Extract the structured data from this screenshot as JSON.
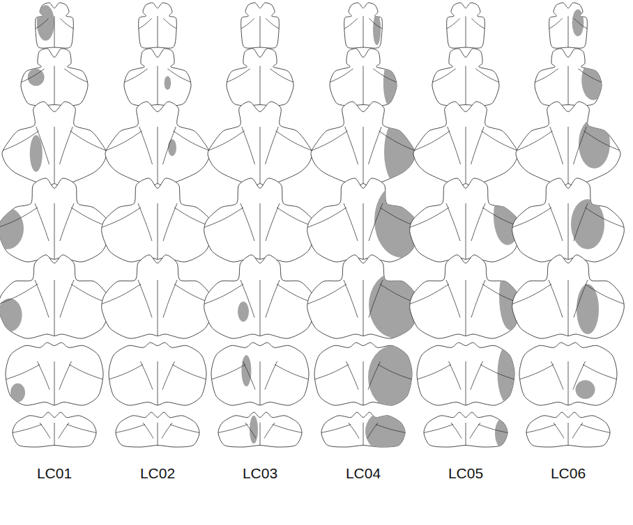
{
  "diagram": {
    "labels": [
      "LC01",
      "LC02",
      "LC03",
      "LC04",
      "LC05",
      "LC06"
    ]
  }
}
